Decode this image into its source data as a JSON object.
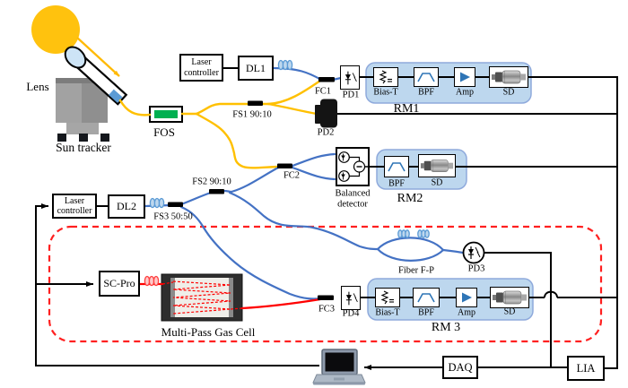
{
  "figure": {
    "solar_collection": {
      "lens": "Lens",
      "sun_tracker": "Sun tracker",
      "fos": "FOS"
    },
    "dl1_branch": {
      "laser_controller": [
        "Laser",
        "controller"
      ],
      "dl1": "DL1",
      "fs1": "FS1 90:10",
      "fc1": "FC1",
      "pd1": "PD1",
      "pd2": "PD2",
      "rm1": {
        "name": "RM1",
        "bias_t": "Bias-T",
        "bpf": "BPF",
        "amp": "Amp",
        "sd": "SD"
      }
    },
    "dl2_branch": {
      "laser_controller": [
        "Laser",
        "controller"
      ],
      "dl2": "DL2",
      "fs2": "FS2 90:10",
      "fs3": "FS3 50:50",
      "fc2": "FC2",
      "balanced_detector": [
        "Balanced",
        "detector"
      ],
      "rm2": {
        "name": "RM2",
        "bpf": "BPF",
        "sd": "SD"
      }
    },
    "gas_cell_branch": {
      "sc_pro": "SC-Pro",
      "gas_cell": "Multi-Pass Gas Cell",
      "fiber_fp": "Fiber F-P",
      "pd3": "PD3",
      "fc3": "FC3",
      "pd4": "PD4",
      "rm3": {
        "name": "RM 3",
        "bias_t": "Bias-T",
        "bpf": "BPF",
        "amp": "Amp",
        "sd": "SD"
      }
    },
    "daq_chain": {
      "daq": "DAQ",
      "lia": "LIA"
    },
    "colors": {
      "solar_fiber": "#FFC000",
      "laser_fiber": "#4472C4",
      "sc_fiber": "#FF0000",
      "module_fill": "#BDD7EE",
      "module_border": "#8FAADC",
      "fos_green": "#00B050",
      "boundary_dashed": "#FF2020",
      "sun": "#FFC20E",
      "amp_triangle": "#2E75B6"
    },
    "icons": {
      "sun": "sun-disc",
      "telescope": "collimating-telescope-with-lens",
      "coil": "fiber-coil-loops",
      "photodiode": "photodiode-symbol",
      "bias_t": "bias-tee-circuit",
      "bpf": "band-pass-filter-response",
      "amp": "amplifier-triangle",
      "sd": "rf-connector",
      "balanced_detector": "dual-photodiode-subtractor",
      "gas_cell": "multipass-cell-beam-paths",
      "laptop": "laptop-computer"
    }
  }
}
